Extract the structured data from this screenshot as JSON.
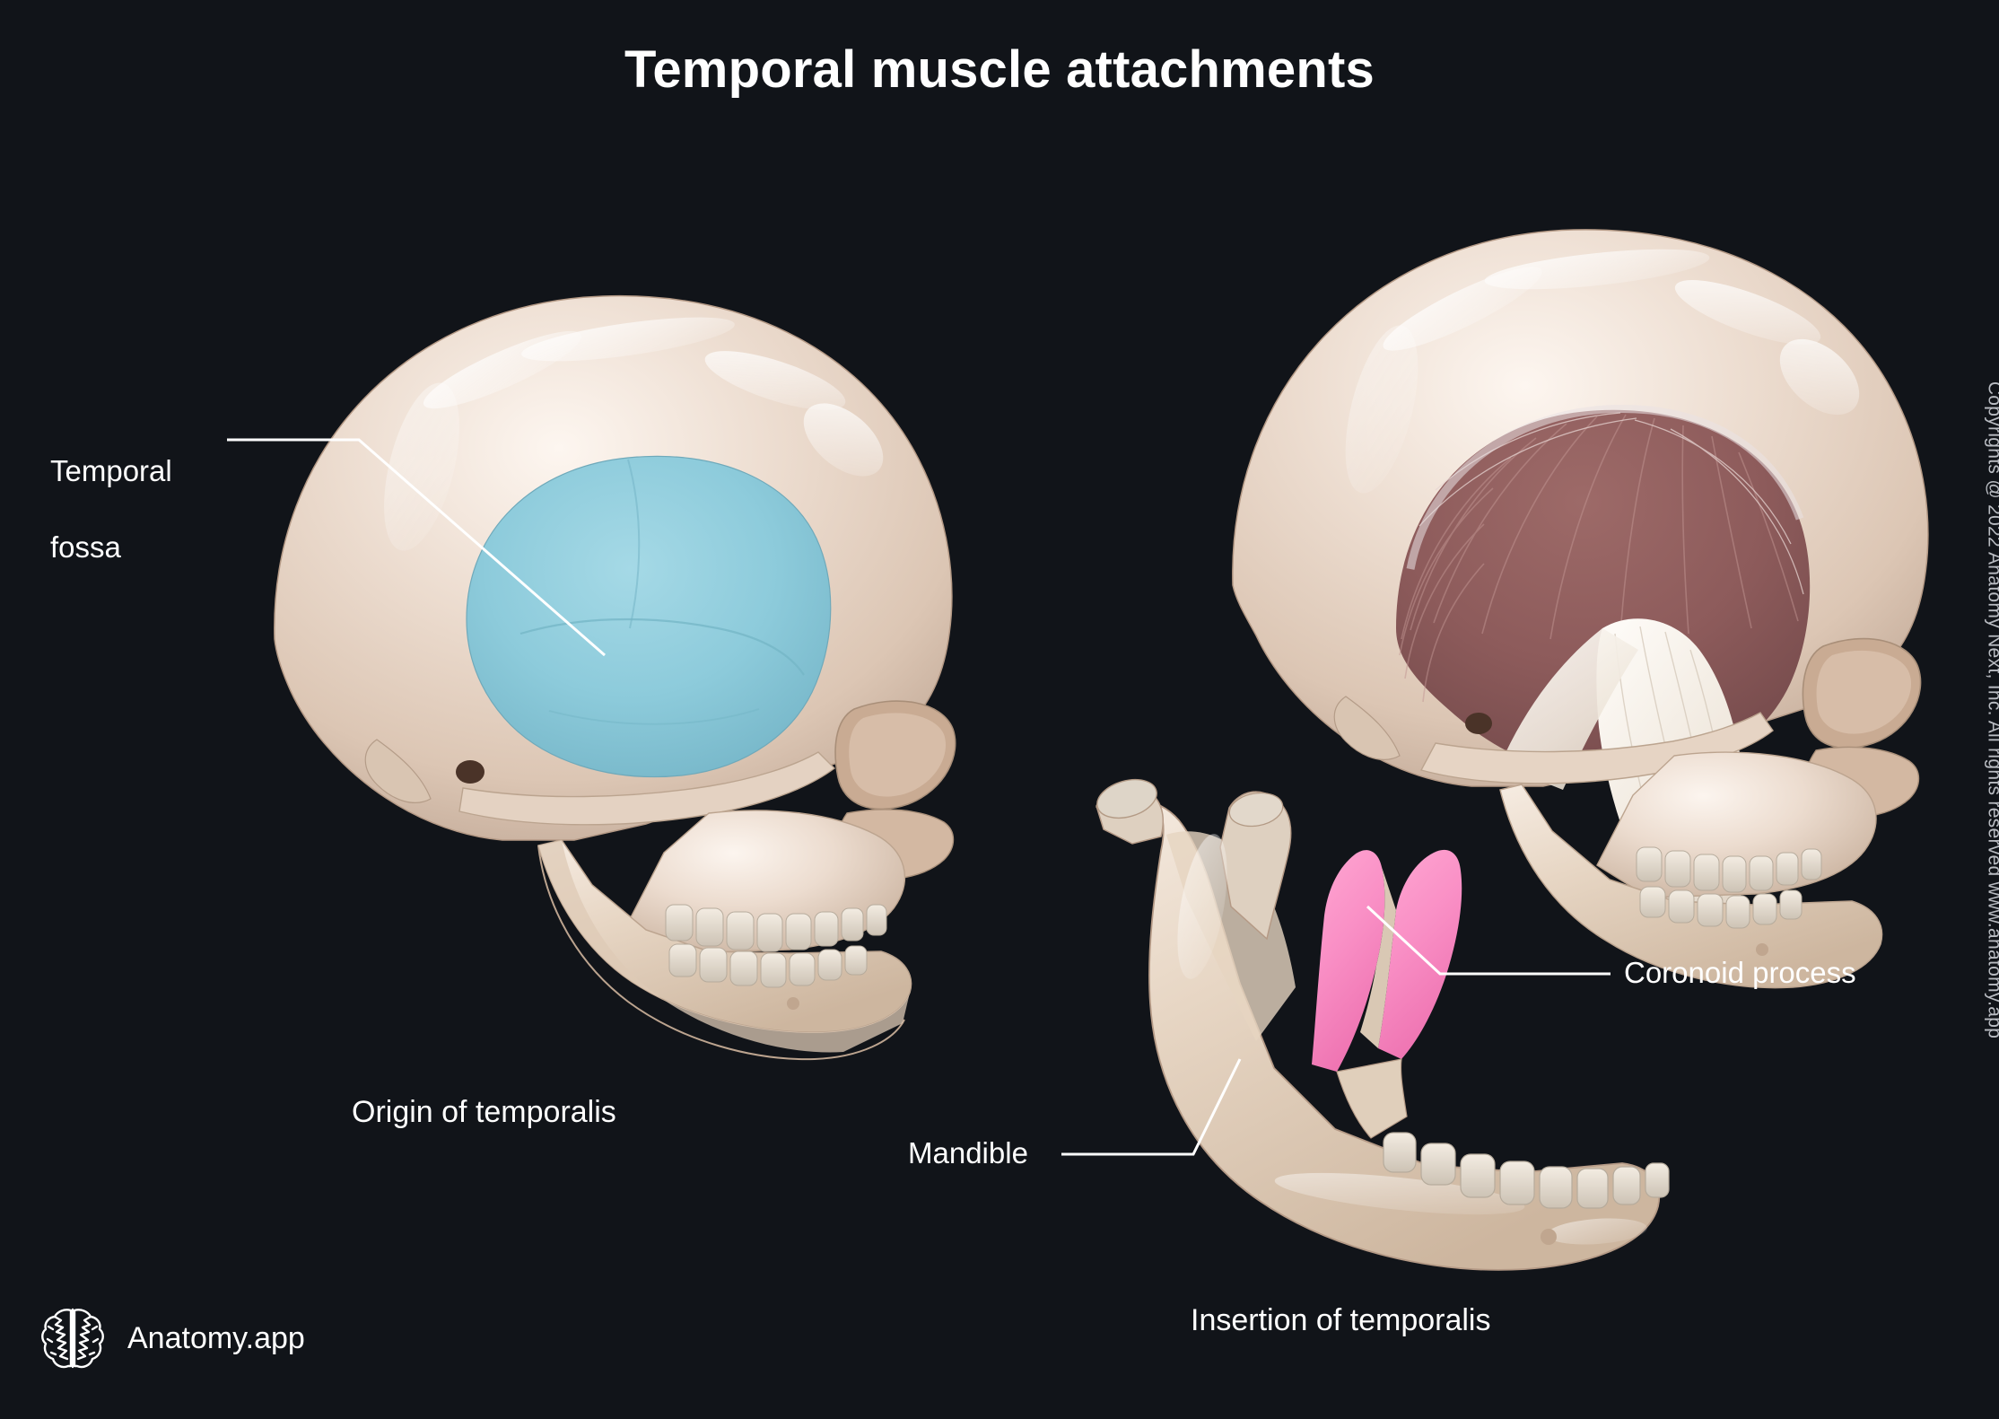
{
  "page": {
    "title": "Temporal muscle attachments",
    "background_color": "#111419",
    "text_color": "#ffffff"
  },
  "colors": {
    "background": "#111419",
    "bone": "#e8d9cd",
    "bone_shadow": "#c9b4a4",
    "bone_highlight": "#fbf4ee",
    "teeth": "#ded6cb",
    "temporal_fossa_highlight": "#8ecbdb",
    "temporalis_muscle": "#8d5b5b",
    "temporalis_tendon": "#f2ece4",
    "coronoid_process_highlight": "#f98fc5",
    "leader_line": "#ffffff",
    "copyright_text": "#b9bcc2"
  },
  "panels": {
    "left": {
      "caption": "Origin of temporalis",
      "labels": [
        {
          "id": "temporal-fossa",
          "text": "Temporal fossa",
          "line1": "Temporal",
          "line2": "fossa"
        }
      ],
      "structures": [
        {
          "name": "skull-lateral-view",
          "highlight": "temporal fossa",
          "highlight_color": "#8ecbdb"
        }
      ]
    },
    "right": {
      "caption": "Insertion of temporalis",
      "labels": [
        {
          "id": "coronoid-process",
          "text": "Coronoid process"
        },
        {
          "id": "mandible",
          "text": "Mandible"
        }
      ],
      "structures": [
        {
          "name": "skull-with-temporalis-muscle",
          "highlight": "temporalis muscle",
          "highlight_color": "#8d5b5b"
        },
        {
          "name": "mandible-isolated",
          "highlight": "coronoid process",
          "highlight_color": "#f98fc5"
        }
      ]
    }
  },
  "footer": {
    "logo_text": "Anatomy.app",
    "logo_icon": "brain-icon",
    "copyright": "Copyrights @ 2022 Anatomy Next, Inc. All rights reserved www.anatomy.app"
  }
}
